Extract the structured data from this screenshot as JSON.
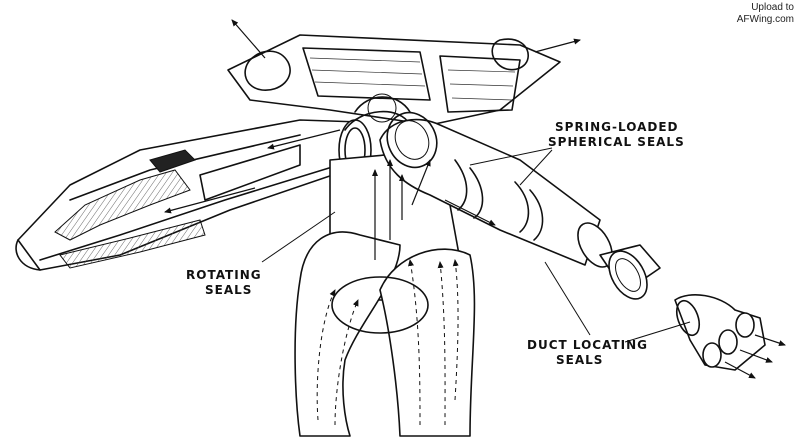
{
  "watermark": {
    "line1": "Upload to",
    "line2": "AFWing.com"
  },
  "labels": {
    "spring_loaded": "SPRING-LOADED",
    "spherical_seals": "SPHERICAL SEALS",
    "rotating": "ROTATING",
    "seals_rotating": "SEALS",
    "duct_locating": "DUCT LOCATING",
    "seals_duct": "SEALS"
  }
}
